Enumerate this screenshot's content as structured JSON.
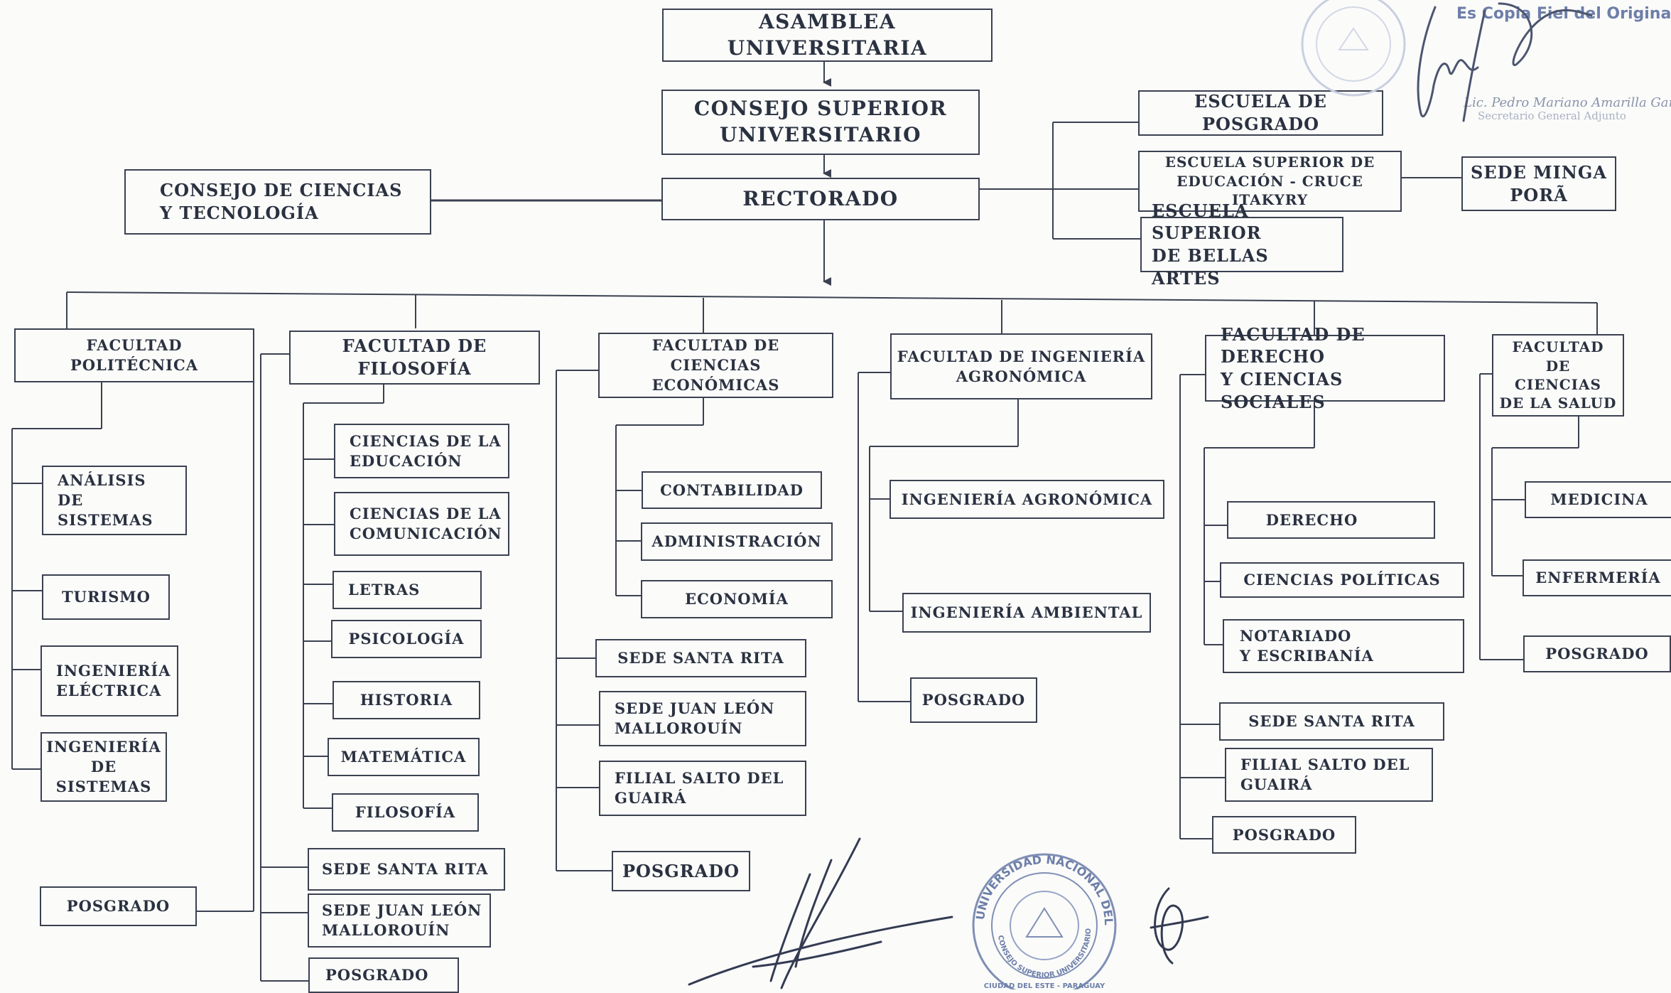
{
  "top": {
    "asamblea": "ASAMBLEA  UNIVERSITARIA",
    "consejo_superior": "CONSEJO  SUPERIOR\nUNIVERSITARIO",
    "rectorado": "RECTORADO",
    "consejo_ciencias": "CONSEJO  DE  CIENCIAS\nY  TECNOLOGÍA"
  },
  "escuelas": {
    "posgrado": "ESCUELA  DE  POSGRADO",
    "educacion": "ESCUELA SUPERIOR DE\nEDUCACIÓN - CRUCE ITAKYRY",
    "bellas_artes": "ESCUELA  SUPERIOR\nDE  BELLAS  ARTES",
    "sede_minga": "SEDE  MINGA\nPORÃ"
  },
  "faculties": {
    "politecnica": {
      "title": "FACULTAD\nPOLITÉCNICA",
      "items": [
        "ANÁLISIS\nDE SISTEMAS",
        "TURISMO",
        "INGENIERÍA\nELÉCTRICA",
        "INGENIERÍA\nDE SISTEMAS",
        "POSGRADO"
      ]
    },
    "filosofia": {
      "title": "FACULTAD   DE\nFILOSOFÍA",
      "items": [
        "CIENCIAS DE LA\nEDUCACIÓN",
        "CIENCIAS DE LA\nCOMUNICACIÓN",
        "LETRAS",
        "PSICOLOGÍA",
        "HISTORIA",
        "MATEMÁTICA",
        "FILOSOFÍA",
        "SEDE SANTA  RITA",
        "SEDE JUAN LEÓN\nMALLOROUÍN",
        "POSGRADO"
      ]
    },
    "economicas": {
      "title": "FACULTAD DE CIENCIAS\nECONÓMICAS",
      "items": [
        "CONTABILIDAD",
        "ADMINISTRACIÓN",
        "ECONOMÍA",
        "SEDE SANTA RITA",
        "SEDE JUAN LEÓN\nMALLOROUÍN",
        "FILIAL SALTO DEL\nGUAIRÁ",
        "POSGRADO"
      ]
    },
    "agronomica": {
      "title": "FACULTAD DE INGENIERÍA\nAGRONÓMICA",
      "items": [
        "INGENIERÍA  AGRONÓMICA",
        "INGENIERÍA  AMBIENTAL",
        "POSGRADO"
      ]
    },
    "derecho": {
      "title": "FACULTAD DE DERECHO\nY CIENCIAS SOCIALES",
      "items": [
        "DERECHO",
        "CIENCIAS  POLÍTICAS",
        "NOTARIADO\nY ESCRIBANÍA",
        "SEDE SANTA  RITA",
        "FILIAL SALTO DEL\nGUAIRÁ",
        "POSGRADO"
      ]
    },
    "salud": {
      "title": "FACULTAD DE\nCIENCIAS\nDE LA SALUD",
      "items": [
        "MEDICINA",
        "ENFERMERÍA",
        "POSGRADO"
      ]
    }
  },
  "stamps": {
    "top_copy": "Es Copia Fiel del Original",
    "top_name": "Lic. Pedro Mariano Amarilla García",
    "top_role": "Secretario General Adjunto",
    "seal_outer": "UNIVERSIDAD NACIONAL DEL ESTE",
    "seal_inner": "CONSEJO SUPERIOR UNIVERSITARIO",
    "seal_city": "CIUDAD DEL ESTE - PARAGUAY"
  },
  "colors": {
    "ink": "#2a3140",
    "line": "#3b4150",
    "stamp": "#6d7fa8"
  }
}
